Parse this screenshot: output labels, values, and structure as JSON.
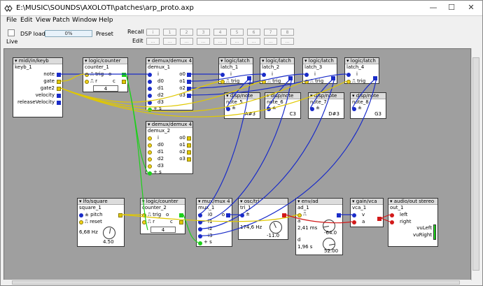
{
  "window": {
    "title": "E:\\MUSIC\\SOUNDS\\AXOLOTI\\patches\\arp_proto.axp",
    "minimize": "—",
    "maximize": "☐",
    "close": "✕"
  },
  "menu": [
    "File",
    "Edit",
    "View",
    "Patch",
    "Window",
    "Help"
  ],
  "toolbar": {
    "live_label": "Live",
    "dsp_label": "DSP load",
    "dsp_value": "0%",
    "preset_label": "Preset",
    "recall_label": "Recall",
    "edit_label": "Edit",
    "preset_numbers": [
      "i",
      "1",
      "2",
      "3",
      "4",
      "5",
      "6",
      "7",
      "8"
    ],
    "edit_buttons": [
      "...",
      "...",
      "...",
      "...",
      "...",
      "...",
      "...",
      "...",
      "..."
    ]
  },
  "objects": {
    "keyb": {
      "type": "midi/in/keyb",
      "name": "keyb_1",
      "outs": [
        "note",
        "gate",
        "gate2",
        "velocity",
        "releaseVelocity"
      ]
    },
    "counter1": {
      "type": "logic/counter",
      "name": "counter_1",
      "ins": [
        "trig",
        "r"
      ],
      "out": "o",
      "param_c": "c",
      "value": "4"
    },
    "demux1": {
      "type": "demux/demux 4",
      "name": "demux_1",
      "ins": [
        "i",
        "d0",
        "d1",
        "d2",
        "d3",
        "s"
      ],
      "outs": [
        "o0",
        "o1",
        "o2",
        "o3"
      ]
    },
    "demux2": {
      "type": "demux/demux 4",
      "name": "demux_2",
      "ins": [
        "i",
        "d0",
        "d1",
        "d2",
        "d3",
        "s"
      ],
      "outs": [
        "o0",
        "o1",
        "o2",
        "o3"
      ]
    },
    "latches": [
      {
        "type": "logic/latch",
        "name": "latch_1"
      },
      {
        "type": "logic/latch",
        "name": "latch_2"
      },
      {
        "type": "logic/latch",
        "name": "latch_3"
      },
      {
        "type": "logic/latch",
        "name": "latch_4"
      }
    ],
    "latch_ins": [
      "i",
      "trig"
    ],
    "notes": [
      {
        "type": "disp/note",
        "name": "note_5",
        "value": "A#3"
      },
      {
        "type": "disp/note",
        "name": "note_6",
        "value": "C3"
      },
      {
        "type": "disp/note",
        "name": "note_7",
        "value": "D#3"
      },
      {
        "type": "disp/note",
        "name": "note_8",
        "value": "G3"
      }
    ],
    "lfo": {
      "type": "lfo/square",
      "name": "square_1",
      "ins": [
        "pitch",
        "reset"
      ],
      "freq": "6,68 Hz",
      "knob": "4.50"
    },
    "counter2": {
      "type": "logic/counter",
      "name": "counter_2",
      "ins": [
        "trig",
        "r"
      ],
      "out": "o",
      "param_c": "c",
      "value": "4"
    },
    "mux": {
      "type": "mux/mux 4",
      "name": "mux_1",
      "ins": [
        "i0",
        "i1",
        "i2",
        "i3",
        "s"
      ],
      "out": "o"
    },
    "osc": {
      "type": "osc/tri",
      "name": "tri_1",
      "freq": "174,6 Hz",
      "knob": "-11.0"
    },
    "env": {
      "type": "env/ad",
      "name": "ad_1",
      "a_label": "a",
      "a_value": "2,41 ms",
      "a_knob": "-64.0",
      "d_label": "d",
      "d_value": "1,96 s",
      "d_knob": "52.00"
    },
    "gain": {
      "type": "gain/vca",
      "name": "vca_1",
      "ins": [
        "v",
        "a"
      ]
    },
    "audio": {
      "type": "audio/out stereo",
      "name": "out_1",
      "ins": [
        "left",
        "right"
      ],
      "meters": [
        "vuLeft",
        "vuRight"
      ]
    }
  }
}
